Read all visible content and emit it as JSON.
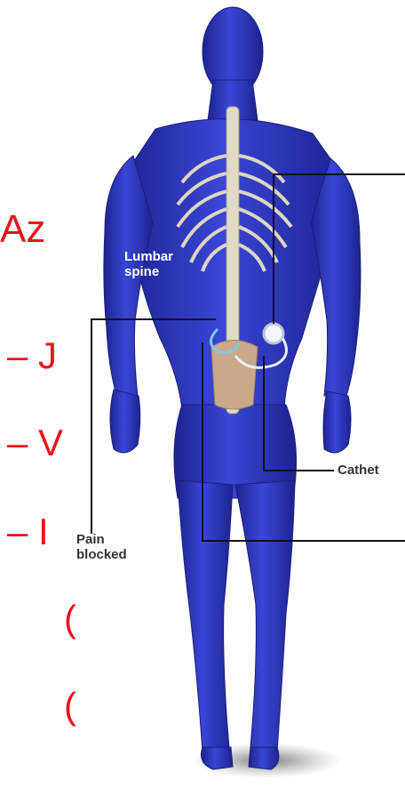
{
  "slide": {
    "heading_fragment": "Az",
    "bullets": [
      "– J",
      "– V",
      "– I"
    ],
    "continuations": [
      "(",
      "("
    ]
  },
  "labels": {
    "lumbar_spine": [
      "Lumbar",
      "spine"
    ],
    "catheter": "Cathet",
    "pain_blocked": [
      "Pain",
      "blocked"
    ]
  },
  "colors": {
    "body": "#2a2fbf",
    "body_highlight": "#4a58e0",
    "spine": "#d9d2c3",
    "slide_text": "#e8151b",
    "leader_line": "#111111"
  }
}
